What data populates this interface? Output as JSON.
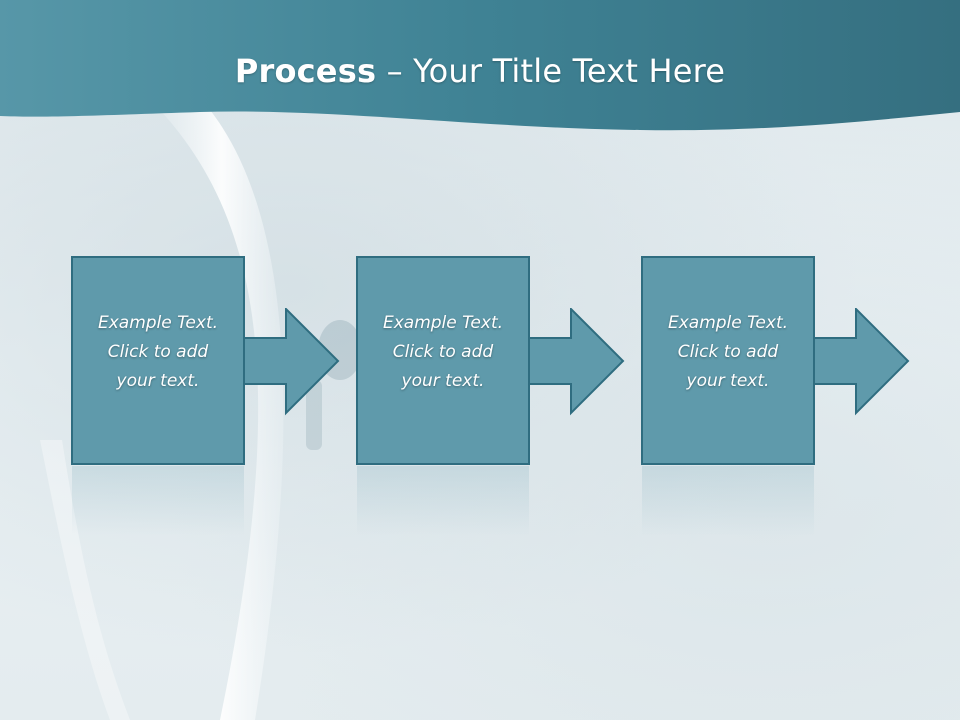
{
  "title": {
    "bold": "Process",
    "rest": " – Your Title Text Here"
  },
  "steps": [
    {
      "text": "Example Text.\nClick  to add\nyour text."
    },
    {
      "text": "Example Text.\nClick  to add\nyour text."
    },
    {
      "text": "Example Text.\nClick  to add\nyour text."
    }
  ],
  "colors": {
    "header": "#3c7f90",
    "box_fill": "#5f9aab",
    "box_border": "#2f6d80",
    "text": "#ffffff"
  }
}
